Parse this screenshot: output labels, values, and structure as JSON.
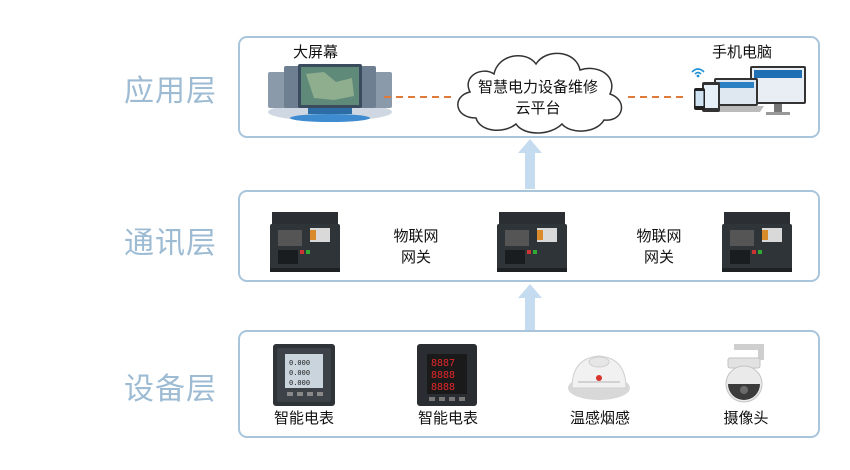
{
  "layers": {
    "app": "应用层",
    "comm": "通讯层",
    "device": "设备层"
  },
  "app_layer": {
    "big_screen": "大屏幕",
    "cloud_line1": "智慧电力设备维修",
    "cloud_line2": "云平台",
    "mobile_pc": "手机电脑"
  },
  "comm_layer": {
    "gateway1_line1": "物联网",
    "gateway1_line2": "网关",
    "gateway2_line1": "物联网",
    "gateway2_line2": "网关"
  },
  "device_layer": {
    "meter1": "智能电表",
    "meter2": "智能电表",
    "smoke": "温感烟感",
    "camera": "摄像头"
  },
  "colors": {
    "layer_label": "#9dbbd3",
    "panel_border": "#a9c5dc",
    "dash_line": "#e07a3a",
    "arrow": "#c5dcf0"
  }
}
